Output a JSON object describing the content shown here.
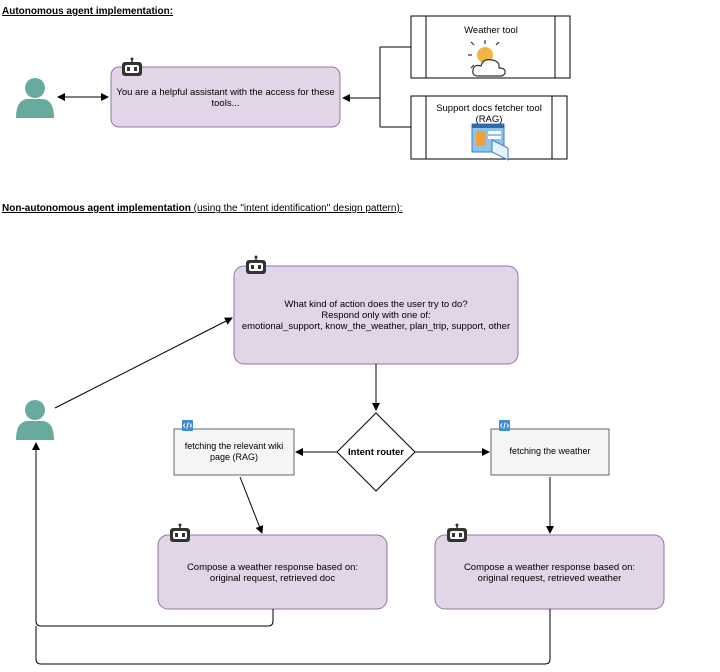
{
  "section1": {
    "heading": "Autonomous agent implementation:",
    "agent_text": "You are a helpful assistant with the access for these tools...",
    "tools": [
      {
        "label": "Weather tool",
        "icon": "sun-cloud-icon"
      },
      {
        "label": "Support docs fetcher tool (RAG)",
        "icon": "document-icon"
      }
    ]
  },
  "section2": {
    "heading_bold": "Non-autonomous agent implementation",
    "heading_rest": " (using the \"intent identification\" design pattern):",
    "classifier_lines": [
      "What kind of action does the user try to do?",
      "Respond only with one of:",
      "emotional_support, know_the_weather, plan_trip, support, other"
    ],
    "router_label": "Intent router",
    "fetch_wiki": "fetching the relevant wiki page (RAG)",
    "fetch_weather": "fetching the weather",
    "compose_left_lines": [
      "Compose a weather response based on:",
      "original request, retrieved doc"
    ],
    "compose_right_lines": [
      "Compose a weather response based on:",
      "original request, retrieved weather"
    ]
  },
  "colors": {
    "agent_fill": "#e1d5e7",
    "agent_stroke": "#9673a6",
    "user_icon": "#67ab9f",
    "process_fill": "#f5f5f5",
    "process_stroke": "#666666",
    "code_badge": "#3e8ed0"
  }
}
